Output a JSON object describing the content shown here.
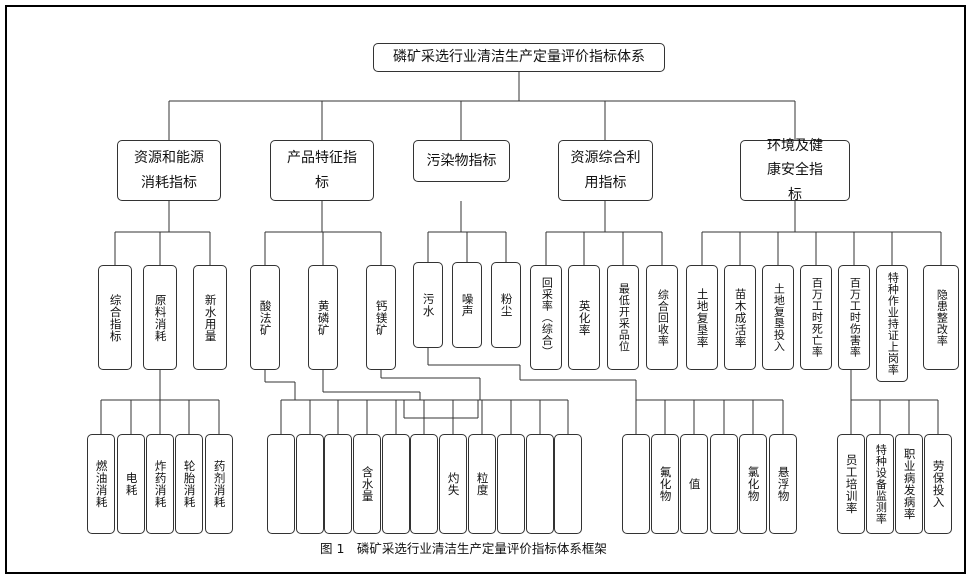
{
  "root": "磷矿采选行业清洁生产定量评价指标体系",
  "categories": [
    "资源和能源消耗指标",
    "产品特征指标",
    "污染物指标",
    "资源综合利用指标",
    "环境及健康安全指标"
  ],
  "resource_energy": {
    "sub": [
      "综合指标",
      "原料消耗",
      "新水用量"
    ],
    "leaves": [
      "燃油消耗",
      "电耗",
      "炸药消耗",
      "轮胎消耗",
      "药剂消耗"
    ]
  },
  "product": {
    "sub": [
      "酸法矿",
      "黄磷矿",
      "钙镁矿"
    ],
    "leaves": [
      "",
      "",
      "",
      "含水量",
      "",
      "",
      "灼失",
      "粒度",
      "",
      "",
      ""
    ]
  },
  "pollutant": {
    "sub": [
      "污水",
      "噪声",
      "粉尘"
    ],
    "leaves": [
      "",
      "氟化物",
      "值",
      "",
      "氯化物",
      "悬浮物"
    ]
  },
  "utilization": {
    "sub": [
      "回采率（综合）",
      "英化率",
      "最低开采品位",
      "综合回收率"
    ]
  },
  "env_safety": {
    "sub": [
      "土地复垦率",
      "苗木成活率",
      "土地复垦投入",
      "百万工时死亡率",
      "百万工时伤害率",
      "特种作业持证上岗率",
      "隐患整改率"
    ],
    "leaves": [
      "员工培训率",
      "特种设备监测率",
      "职业病发病率",
      "劳保投入"
    ]
  },
  "caption": "图 1　磷矿采选行业清洁生产定量评价指标体系框架"
}
